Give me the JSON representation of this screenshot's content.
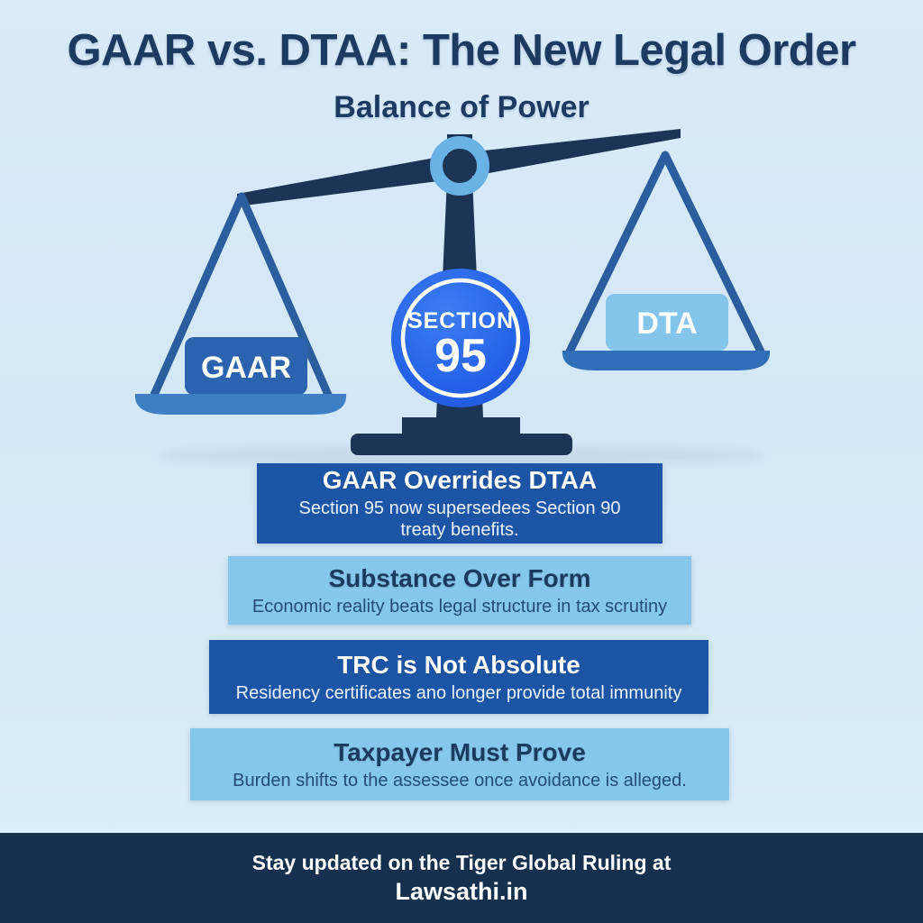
{
  "header": {
    "title": "GAAR vs. DTAA: The New Legal Order",
    "subtitle": "Balance of Power"
  },
  "scale": {
    "left_weight_label": "GAAR",
    "right_weight_label": "DTA",
    "badge_top": "SECTION",
    "badge_number": "95"
  },
  "info_boxes": [
    {
      "style": "dark",
      "title": "GAAR Overrides DTAA",
      "subtitle": "Section 95 now supersedees Section 90 treaty benefits."
    },
    {
      "style": "light",
      "title": "Substance Over Form",
      "subtitle": "Economic reality beats legal structure in tax scrutiny"
    },
    {
      "style": "dark",
      "title": "TRC is Not Absolute",
      "subtitle": "Residency certificates ano longer provide total immunity"
    },
    {
      "style": "light",
      "title": "Taxpayer Must Prove",
      "subtitle": "Burden shifts to the assessee once avoidance is alleged."
    }
  ],
  "footer": {
    "line1": "Stay updated on the Tiger Global Ruling at",
    "line2": "Lawsathi.in"
  },
  "colors": {
    "background": "#d6e9f7",
    "title_navy": "#1d3b61",
    "scale_dark_navy": "#1d3456",
    "pivot_ring_blue": "#68b2e6",
    "strings_blue": "#2a5e9e",
    "left_pan_blue": "#3c80c3",
    "right_pan_blue": "#2e6fb8",
    "gaar_weight_blue": "#2b63ae",
    "dta_weight_blue": "#84c5ec",
    "badge_blue": "#2563e8",
    "dark_box_blue": "#1d55a6",
    "light_box_blue": "#86c7ec",
    "footer_navy": "#16304e"
  }
}
